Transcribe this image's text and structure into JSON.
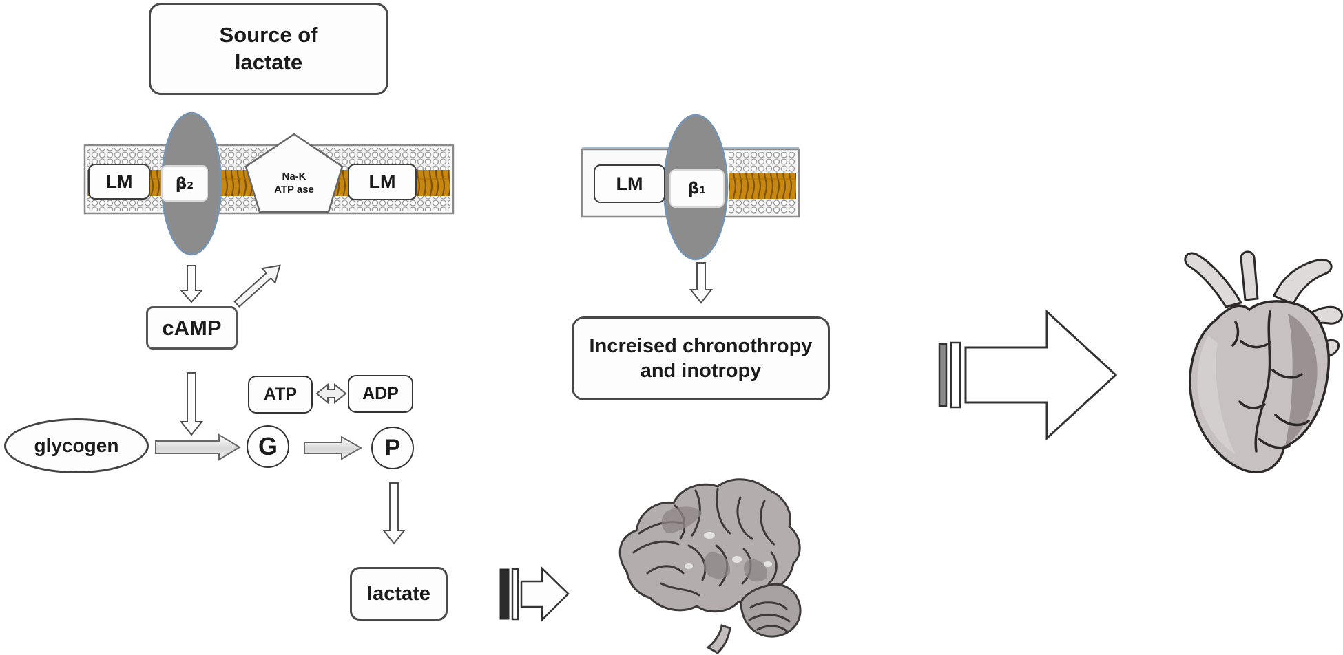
{
  "figure": {
    "type": "pathway-diagram",
    "description": "Lactate signaling pathway with beta receptors, glycogenolysis, brain and heart effects",
    "background": "#ffffff"
  },
  "colors": {
    "box_border": "#4a4a4a",
    "membrane_border": "#8a8a8a",
    "membrane_accent_line": "#a9bfd2",
    "receptor_fill": "#8c8c8c",
    "receptor_stroke": "#7394b4",
    "lipid_orange": "#c8870f",
    "arrow_stroke": "#4f4f4f",
    "illustration_gray": "#b4adad"
  },
  "nodes": {
    "source": {
      "line1": "Source of",
      "line2": "lactate"
    },
    "lm_left": "LM",
    "beta2": "β₂",
    "na_k_pump": {
      "line1": "Na-K",
      "line2": "ATP ase"
    },
    "lm_mid": "LM",
    "lm_right": "LM",
    "beta1": "β₁",
    "camp": "cAMP",
    "atp": "ATP",
    "adp": "ADP",
    "glycogen": "glycogen",
    "g": "G",
    "p": "P",
    "lactate": "lactate",
    "effect": {
      "line1": "Increised chronothropy",
      "line2": "and inotropy"
    }
  },
  "icons": {
    "brain": "brain-illustration",
    "heart": "heart-illustration"
  }
}
